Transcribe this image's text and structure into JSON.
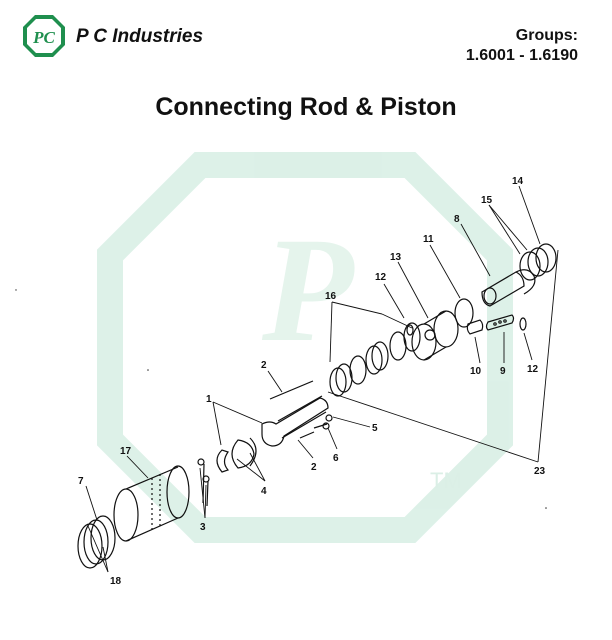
{
  "header": {
    "logo_letters": "PC",
    "company": "P C Industries",
    "groups_label": "Groups:",
    "groups_range": "1.6001 - 1.6190"
  },
  "title": "Connecting Rod & Piston",
  "watermark": {
    "letter": "P",
    "tm": "TM",
    "color": "#d9efe5"
  },
  "colors": {
    "logo_green": "#1f8f4e",
    "line": "#111111"
  },
  "callouts": [
    {
      "id": "c1",
      "text": "1"
    },
    {
      "id": "c2a",
      "text": "2"
    },
    {
      "id": "c2b",
      "text": "2"
    },
    {
      "id": "c3",
      "text": "3"
    },
    {
      "id": "c4",
      "text": "4"
    },
    {
      "id": "c5",
      "text": "5"
    },
    {
      "id": "c6",
      "text": "6"
    },
    {
      "id": "c7",
      "text": "7"
    },
    {
      "id": "c8",
      "text": "8"
    },
    {
      "id": "c9",
      "text": "9"
    },
    {
      "id": "c10",
      "text": "10"
    },
    {
      "id": "c11",
      "text": "11"
    },
    {
      "id": "c12a",
      "text": "12"
    },
    {
      "id": "c12b",
      "text": "12"
    },
    {
      "id": "c13",
      "text": "13"
    },
    {
      "id": "c14",
      "text": "14"
    },
    {
      "id": "c15",
      "text": "15"
    },
    {
      "id": "c16",
      "text": "16"
    },
    {
      "id": "c17",
      "text": "17"
    },
    {
      "id": "c18",
      "text": "18"
    },
    {
      "id": "c23",
      "text": "23"
    }
  ]
}
